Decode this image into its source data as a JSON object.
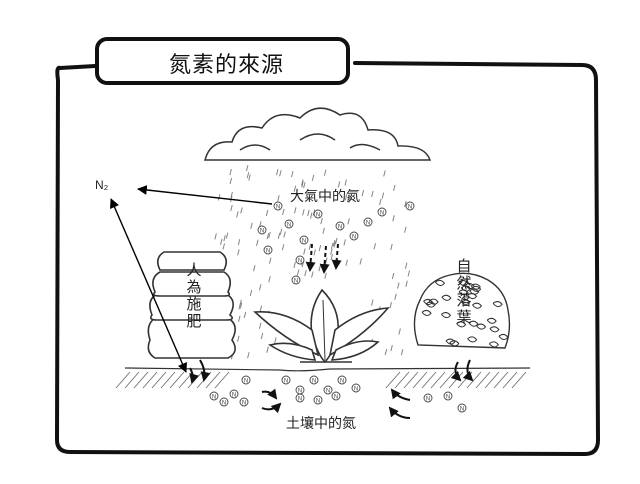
{
  "title": "氮素的來源",
  "labels": {
    "n2": "N₂",
    "atmosphere": "大氣中的氮",
    "fertilizer": "人為施肥",
    "leaves": "自然落葉",
    "soil": "土壤中的氮"
  },
  "nitrogen_symbol": "N",
  "colors": {
    "ink": "#1a1a1a",
    "arrow": "#000000",
    "rain": "#555555"
  }
}
